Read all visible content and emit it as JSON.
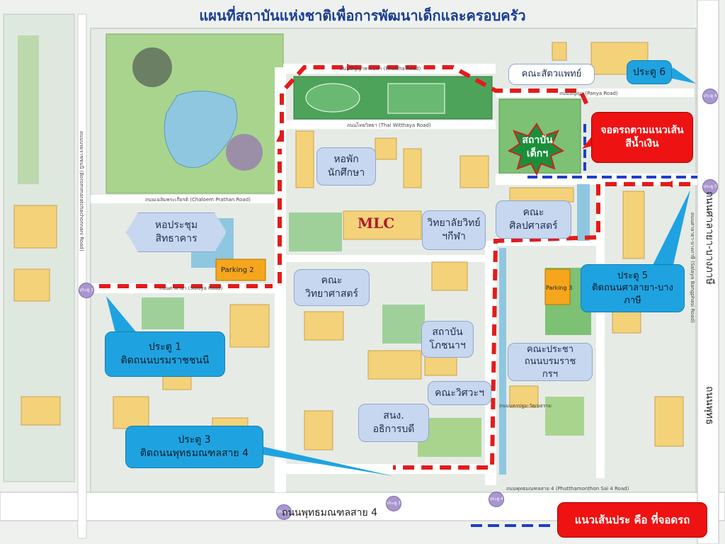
{
  "title": "แผนที่สถาบันแห่งชาติเพื่อการพัฒนาเด็กและครอบครัว",
  "labels": {
    "dorm": "หอพัก\nนักศึกษา",
    "hall": "หอประชุม\nสิทธาคาร",
    "mlc": "MLC",
    "science_college": "วิทยาลัยวิทย์\nฯกีฬา",
    "liberal_arts": "คณะ\nศิลปศาสตร์",
    "science": "คณะ\nวิทยาศาสตร์",
    "nutrition": "สถาบัน\nโภชนาฯ",
    "engineering": "คณะวิศวะฯ",
    "president_office": "สนง.\nอธิการบดี",
    "vet": "คณะสัตวแพทย์",
    "institute": "สถาบัน\nเด็กฯ",
    "parking2": "Parking 2",
    "parking3": "Parking 3"
  },
  "callouts": {
    "gate1": "ประตู 1\nติดถนนบรมราชชนนี",
    "gate3": "ประตู 3\nติดถนนพุทธมณฑลสาย 4",
    "gate5": "ประตู 5\nติดถนนศาลายา-บาง\nภาษี",
    "gate6": "ประตู 6",
    "public_health": "คณะประชา\nถนนบรมราช\nกรฯ",
    "park_note": "จอดรถตามแนวเส้น\nสีน้ำเงิน"
  },
  "legend": {
    "text": "แนวเส้นประ คือ ที่จอดรถ"
  },
  "roads": {
    "bottom_main": "ถนนพุทธมณฑลสาย 4",
    "right_main": "ถนนศาลายา-บางภาษี",
    "right_bottom": "ถนนพุทธ",
    "top_label": "ถนนปัญญา (Panya Road)",
    "chaloem": "ถนนเฉลิมพระเกียรติ (Chaloem Prathan Road)",
    "salaya": "ถนนศาลายา (Salaya Road)",
    "thai_wittaya": "ถนนไทยวิทยา (Thai Witthaya Road)",
    "pluem": "ถนนปัญญาพระมหา (Phuttha Road)",
    "nakhon": "ถนนนครปฐม-วัฒนธรรม",
    "bottom_small": "ถนนพุทธมณฑลสาย 4 (Phutthamonthon Sai 4 Road)",
    "left_v": "ถนนบรมราชชนนี (Borommaratchachonnani Road)",
    "right_v": "ถนนศาลายา-บางภาษี (Salaya Bangphasi Road)"
  },
  "gates": {
    "g1": "ประตู 1",
    "g2": "ประตู 2",
    "g3": "ประตู 3",
    "g4": "ประตู 4",
    "g5": "ประตู 5",
    "g6": "ประตู 6"
  },
  "colors": {
    "route": "#e31b1b",
    "parking_line": "#1f3ec9",
    "green_area": "#7cc174",
    "building": "#f4d27a",
    "water": "#8fc7e0",
    "road": "#ffffff",
    "title": "#1b3d91",
    "institute_star": "#1a8f3a"
  }
}
